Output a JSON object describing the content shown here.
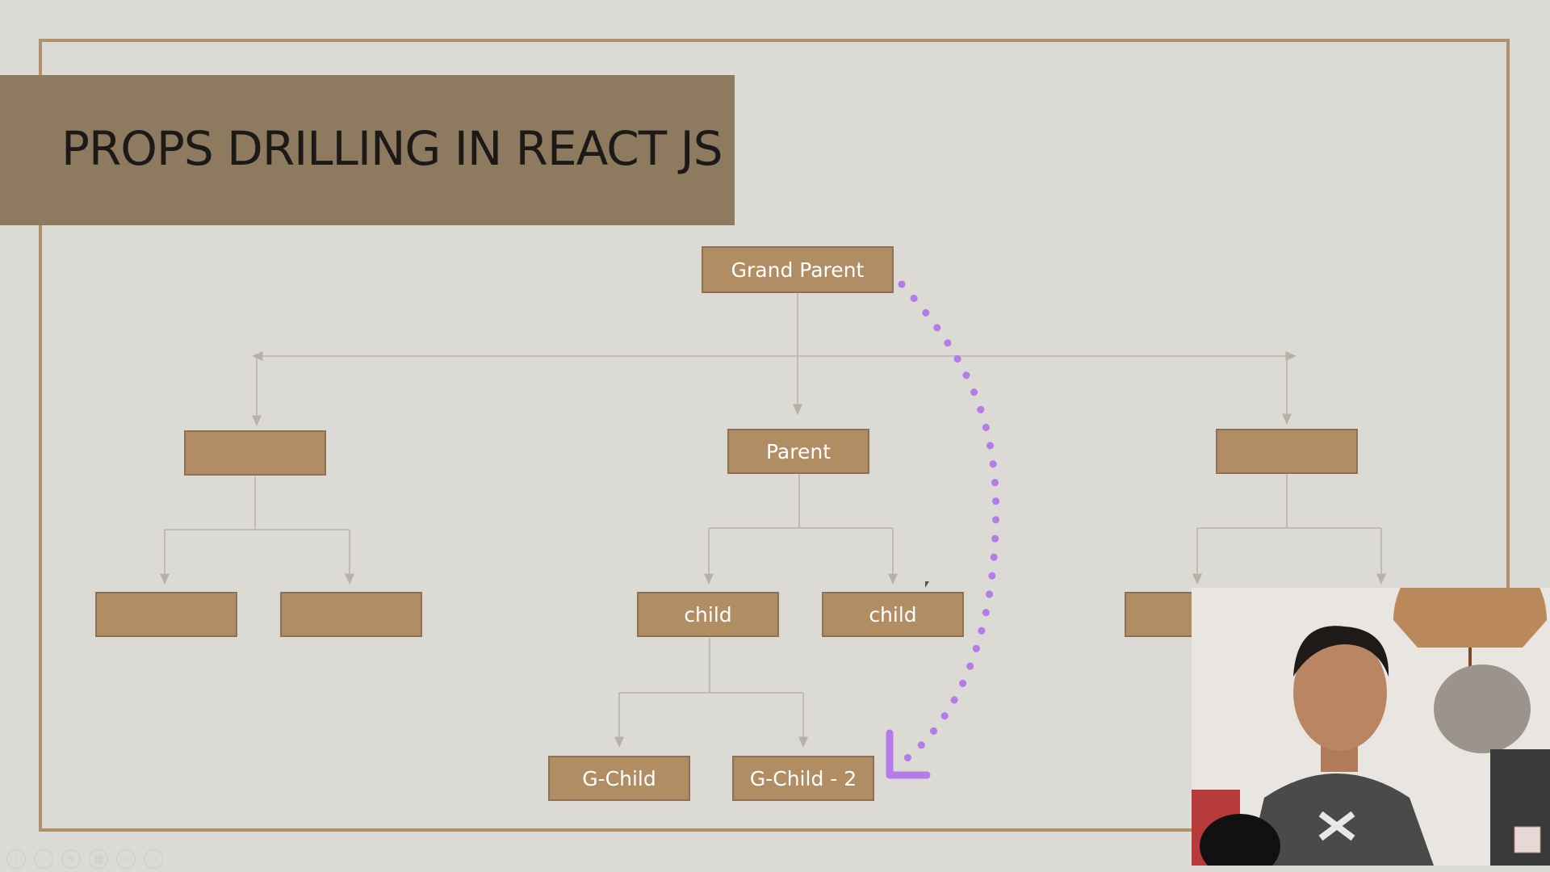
{
  "slide": {
    "title": "PROPS DRILLING IN REACT JS"
  },
  "diagram": {
    "nodes": {
      "grand_parent": "Grand Parent",
      "parent": "Parent",
      "child_1": "child",
      "child_2": "child",
      "gchild_1": "G-Child",
      "gchild_2": "G-Child - 2",
      "left_branch": "",
      "left_leaf_1": "",
      "left_leaf_2": "",
      "right_branch": "",
      "right_leaf_1": "",
      "right_leaf_2": ""
    },
    "colors": {
      "node_fill": "#b08d62",
      "node_border": "#8b7155",
      "connector": "#b9b1a8",
      "drill_arrow": "#b57be6",
      "frame": "#b0916b",
      "title_band": "#8d7a5f",
      "background": "#dcdad5"
    },
    "drill_path": "Grand Parent to G-Child - 2 (dotted curved arrow)"
  },
  "presenter": {
    "icon": "presenter-webcam"
  },
  "toolbar": {
    "icons": [
      "prev-icon",
      "next-icon",
      "pen-icon",
      "grid-icon",
      "zoom-icon",
      "more-icon"
    ]
  }
}
